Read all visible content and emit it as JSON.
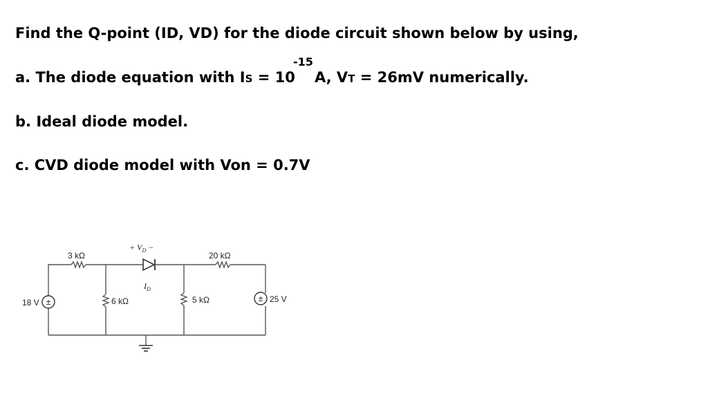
{
  "question": {
    "title": "Find the Q-point (ID, VD) for the diode circuit shown below by using,",
    "part_a": {
      "prefix": "a. The  diode  equation  with  I",
      "is_sub": "S",
      "eq": "  =  10",
      "exponent": "-15",
      "suffix_a": "A,  V",
      "vt_sub": "T",
      "suffix_b": "  = 26mV numerically."
    },
    "part_b": "b. Ideal diode model.",
    "part_c": "c. CVD diode model with Von = 0.7V"
  },
  "circuit": {
    "src_left_label": "18 V",
    "src_right_label": "25 V",
    "r1_label": "3 kΩ",
    "r2_label": "6 kΩ",
    "r3_label": "20 kΩ",
    "r4_label": "5 kΩ",
    "vd_label": "+  V",
    "vd_sub": "D",
    "vd_minus": "−",
    "id_label": "I",
    "id_sub": "D",
    "src_symbol": "±"
  }
}
